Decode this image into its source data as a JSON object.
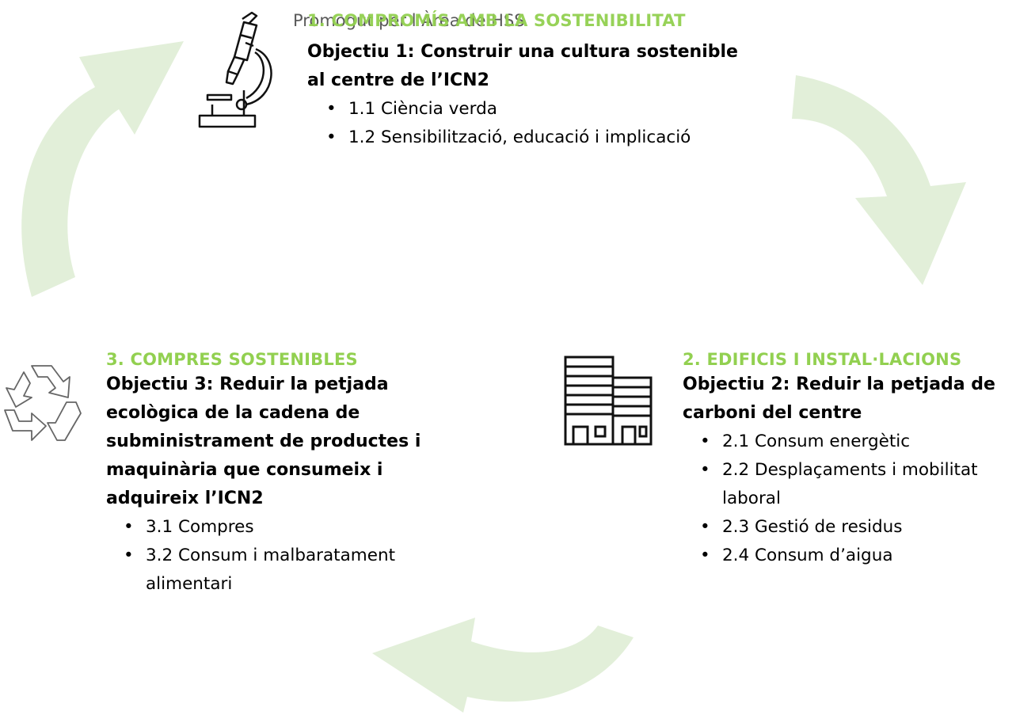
{
  "colors": {
    "accent": "#92d050",
    "arrow": "#e2efd9",
    "text": "#000000"
  },
  "promoted_by": "Promogut per l’Àrea de HSS",
  "sections": [
    {
      "icon": "microscope-icon",
      "heading": "1. COMPROMÍS AMB LA SOSTENIBILITAT",
      "objective": "Objectiu 1: Construir una cultura sostenible al centre de l’ICN2",
      "items": [
        "1.1 Ciència verda",
        "1.2 Sensibilització, educació i implicació"
      ]
    },
    {
      "icon": "building-icon",
      "heading": "2. EDIFICIS I INSTAL·LACIONS",
      "objective": "Objectiu 2: Reduir la petjada de carboni del centre",
      "items": [
        "2.1 Consum energètic",
        "2.2 Desplaçaments i mobilitat laboral",
        "2.3 Gestió de residus",
        "2.4 Consum d’aigua"
      ]
    },
    {
      "icon": "recycle-icon",
      "heading": "3. COMPRES SOSTENIBLES",
      "objective": "Objectiu 3: Reduir la petjada ecològica de la cadena de subministrament de productes i maquinària que consumeix i adquireix l’ICN2",
      "items": [
        "3.1 Compres",
        "3.2 Consum i malbaratament alimentari"
      ]
    }
  ]
}
